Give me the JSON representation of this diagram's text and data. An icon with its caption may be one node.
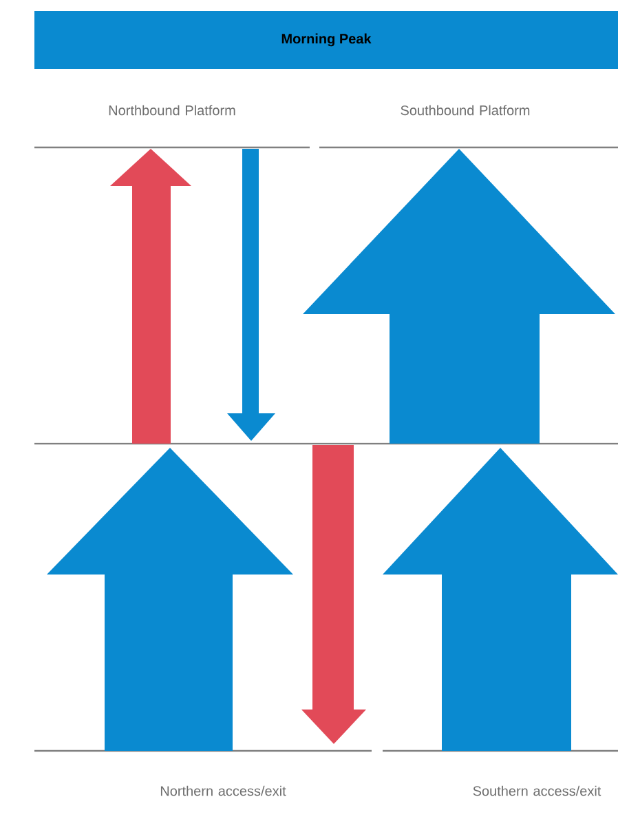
{
  "diagram": {
    "title": "Morning Peak",
    "labels": [
      "Northbound Platform",
      "Southbound Platform",
      "Northern access/exit",
      "Southern access/exit"
    ]
  }
}
